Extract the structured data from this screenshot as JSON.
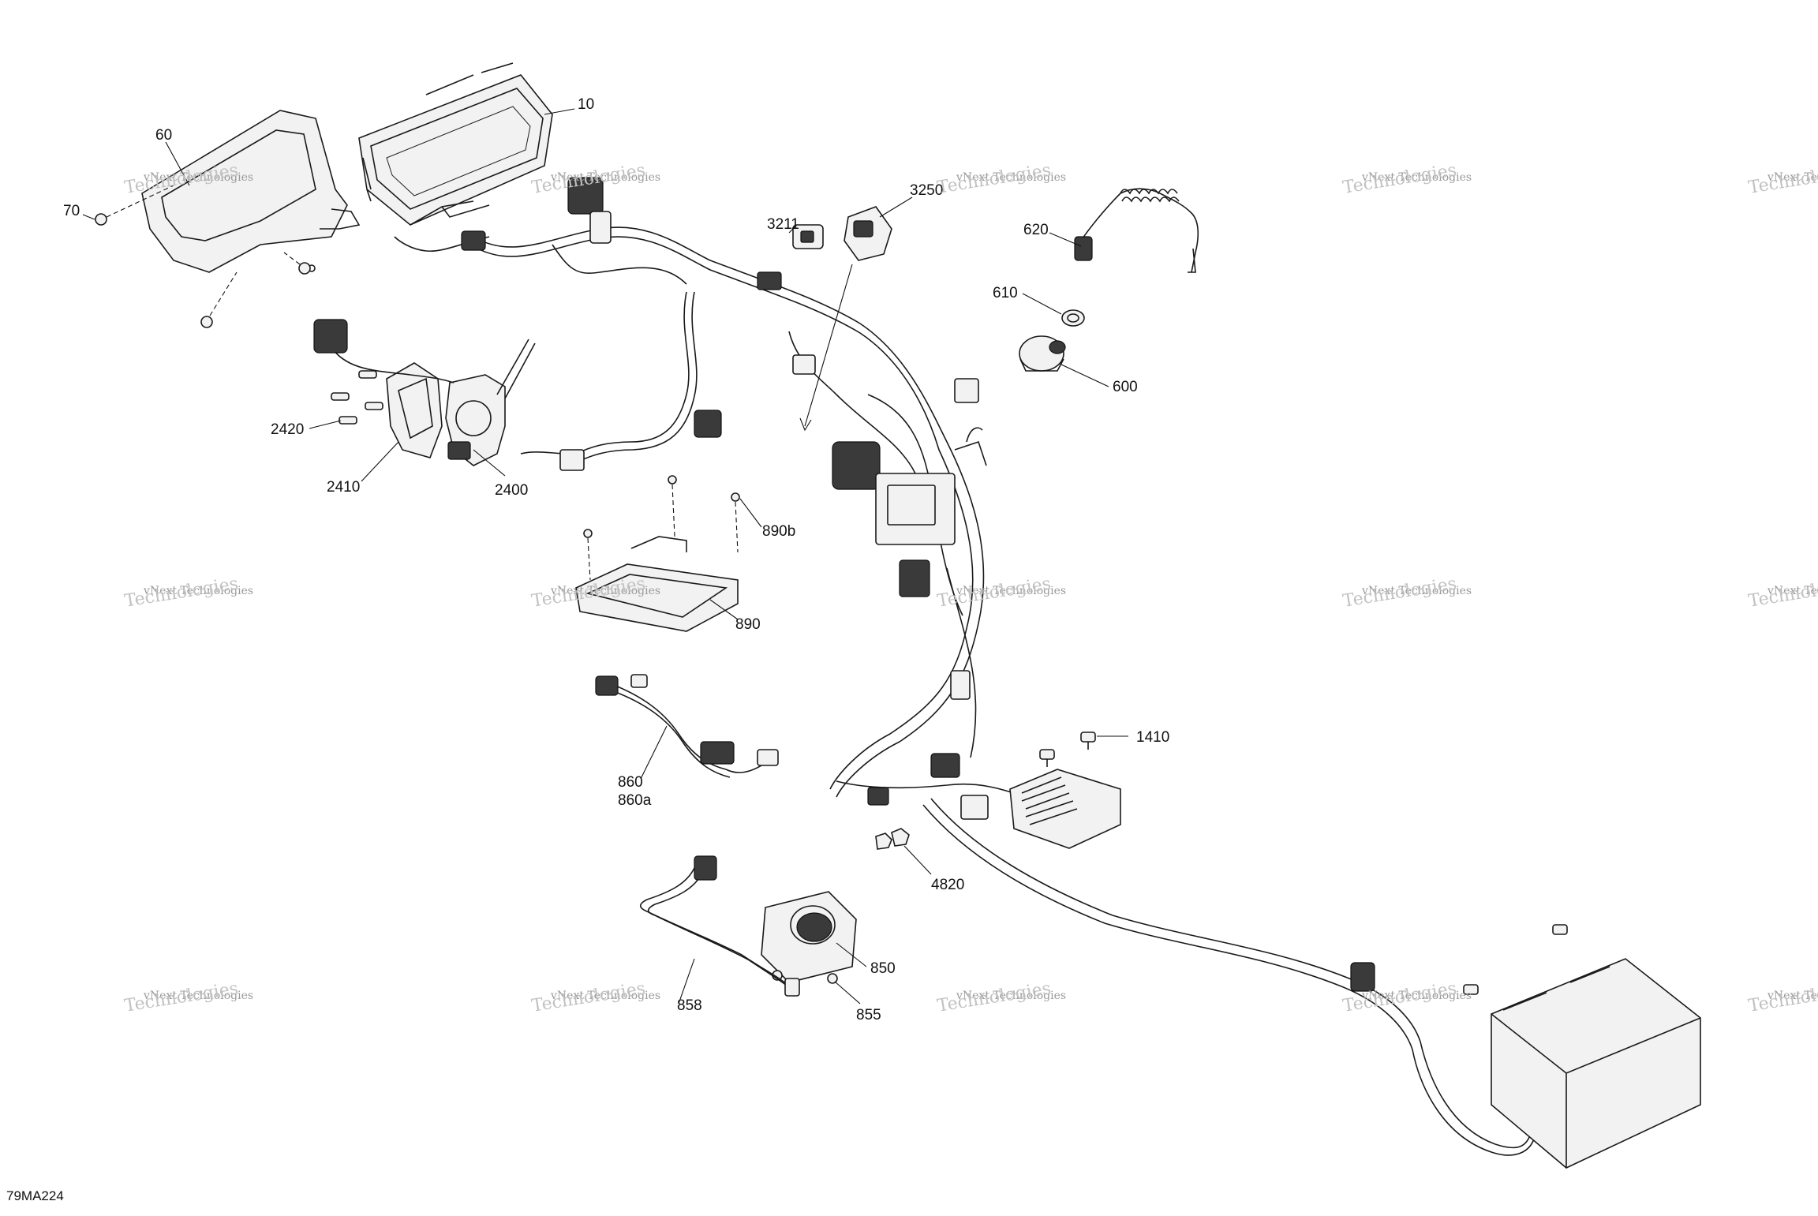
{
  "drawing_code": "79MA224",
  "watermark": {
    "line1": "vNext Technologies",
    "line2": "Technologies"
  },
  "callouts": {
    "c10": "10",
    "c60": "60",
    "c70": "70",
    "c3211": "3211",
    "c3250": "3250",
    "c620": "620",
    "c610": "610",
    "c600": "600",
    "c2420": "2420",
    "c2410": "2410",
    "c2400": "2400",
    "c890b": "890b",
    "c890": "890",
    "c1410": "1410",
    "c860": "860",
    "c860a": "860a",
    "c4820": "4820",
    "c850": "850",
    "c858": "858",
    "c855": "855"
  }
}
